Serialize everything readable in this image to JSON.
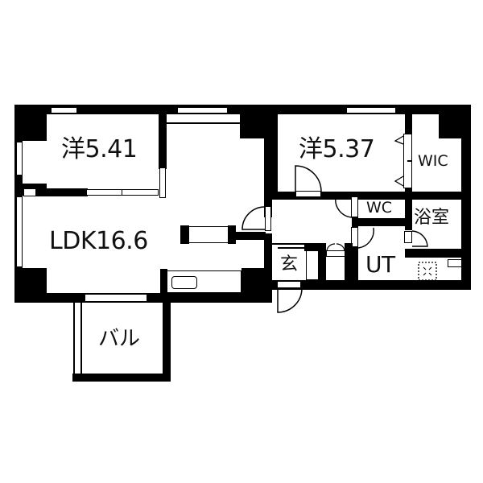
{
  "floor_plan": {
    "title": "Apartment floor plan (2LDK)",
    "colors": {
      "wall": "#000000",
      "background": "#ffffff"
    },
    "rooms": [
      {
        "id": "western_room_1",
        "label": "洋5.41"
      },
      {
        "id": "western_room_2",
        "label": "洋5.37"
      },
      {
        "id": "ldk",
        "label": "LDK16.6"
      },
      {
        "id": "wic",
        "label": "WIC"
      },
      {
        "id": "wc",
        "label": "WC"
      },
      {
        "id": "bathroom",
        "label": "浴室"
      },
      {
        "id": "entrance",
        "label": "玄"
      },
      {
        "id": "utility",
        "label": "UT"
      },
      {
        "id": "balcony",
        "label": "バル"
      }
    ],
    "fixtures": [
      "kitchen-sink",
      "kitchen-counter",
      "washing-machine-pan",
      "shoe-cabinet"
    ]
  }
}
